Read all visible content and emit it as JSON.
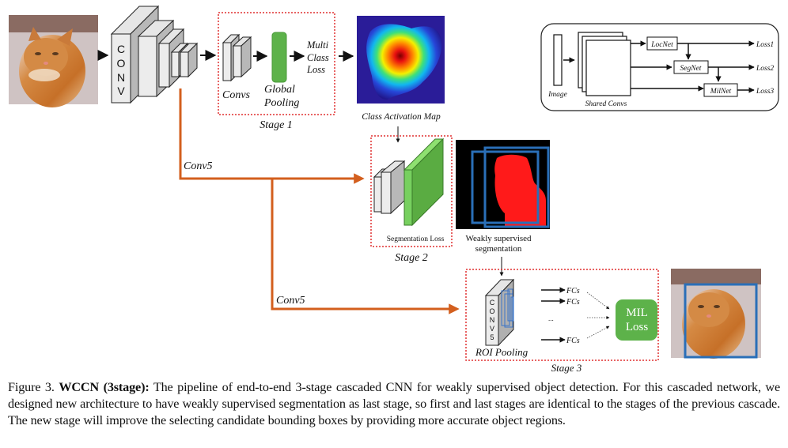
{
  "figure": {
    "main_diagram": {
      "conv_backbone_label": [
        "C",
        "O",
        "N",
        "V"
      ],
      "stage1": {
        "title": "Stage 1",
        "convs_label": "Convs",
        "pooling_label": [
          "Global",
          "Pooling"
        ],
        "loss_label": [
          "Multi",
          "Class",
          "Loss"
        ]
      },
      "cam_label": "Class Activation Map",
      "conv5_label_1": "Conv5",
      "conv5_label_2": "Conv5",
      "stage2": {
        "title": "Stage 2",
        "loss_label": "Segmentation Loss"
      },
      "segmentation_label": [
        "Weakly supervised",
        "segmentation"
      ],
      "stage3": {
        "title": "Stage 3",
        "conv5_letters": [
          "C",
          "O",
          "N",
          "V",
          "5"
        ],
        "roi_label": "ROI Pooling",
        "fc_labels": [
          "FCs",
          "FCs",
          "FCs"
        ],
        "ellipsis": "...",
        "mil_label": [
          "MIL",
          "Loss"
        ]
      }
    },
    "inset_diagram": {
      "image_label": "Image",
      "shared_label": "Shared Convs",
      "nets": [
        "LocNet",
        "SegNet",
        "MilNet"
      ],
      "losses": [
        "Loss1",
        "Loss2",
        "Loss3"
      ]
    },
    "colors": {
      "orange_path": "#d35f1e",
      "stage_border": "#e03030",
      "green": "#5db24a",
      "green_light": "#77d05f",
      "seg_red": "#ff1a1a",
      "box_blue": "#2a6fb8"
    }
  },
  "caption": {
    "label": "Figure 3.",
    "bold": "WCCN (3stage):",
    "text": "The pipeline of end-to-end 3-stage cascaded CNN for weakly supervised object detection. For this cascaded network, we designed new architecture to have weakly supervised segmentation as last stage, so first and last stages are identical to the stages of the previous cascade. The new stage will improve the selecting candidate bounding boxes by providing more accurate object regions."
  }
}
